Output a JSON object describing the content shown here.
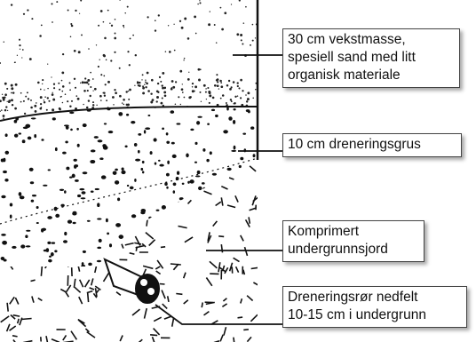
{
  "diagram": {
    "labels": {
      "growing_medium": [
        "30 cm vekstmasse,",
        "spesiell sand med litt",
        "organisk materiale"
      ],
      "drainage_gravel": [
        "10 cm dreneringsgrus"
      ],
      "compacted_subsoil": [
        "Komprimert",
        "undergrunnsjord"
      ],
      "drain_pipe": [
        "Dreneringsrør nedfelt",
        "10-15 cm i undergrunn"
      ]
    },
    "colors": {
      "ink": "#111111",
      "paper": "#ffffff",
      "box_border": "#444444"
    }
  }
}
